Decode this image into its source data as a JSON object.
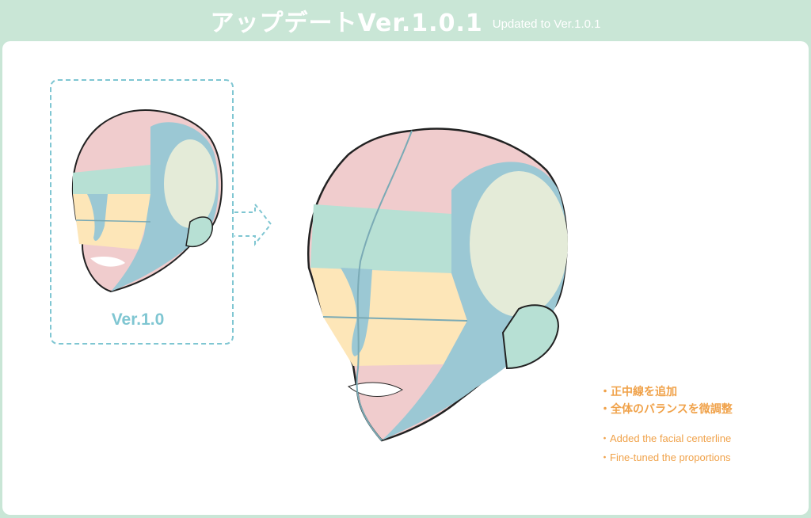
{
  "header": {
    "title": "アップデートVer.1.0.1",
    "subtitle": "Updated to Ver.1.0.1"
  },
  "old_version": {
    "label": "Ver.1.0"
  },
  "notes": {
    "jp": [
      "・正中線を追加",
      "・全体のバランスを微調整"
    ],
    "en": [
      "・Added the facial centerline",
      "・Fine-tuned the proportions"
    ]
  },
  "colors": {
    "background": "#c9e6d6",
    "pink": "#f0cccd",
    "mint": "#b7e0d4",
    "yellow": "#fde6b8",
    "blue": "#9bc8d4",
    "ear": "#e4ebd8",
    "accent_text": "#f0a24a",
    "accent_line": "#7fc6d2"
  }
}
